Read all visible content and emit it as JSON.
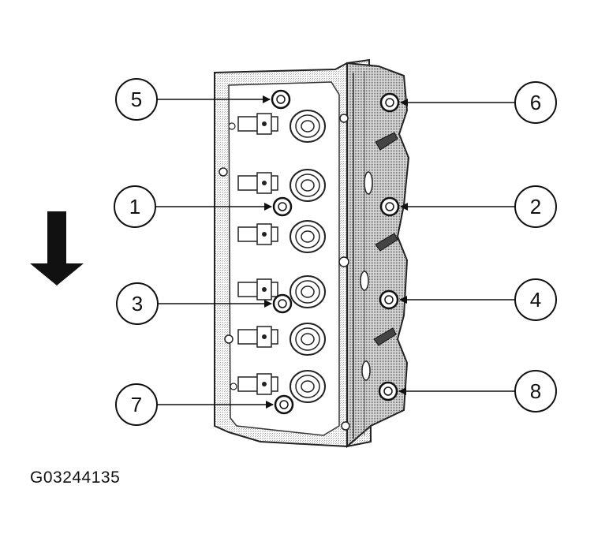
{
  "figure_id": "G03244135",
  "callouts": [
    {
      "number": "5",
      "target": "bolt"
    },
    {
      "number": "1",
      "target": "bolt"
    },
    {
      "number": "3",
      "target": "bolt"
    },
    {
      "number": "7",
      "target": "bolt"
    },
    {
      "number": "6",
      "target": "bolt"
    },
    {
      "number": "2",
      "target": "bolt"
    },
    {
      "number": "4",
      "target": "bolt"
    },
    {
      "number": "8",
      "target": "bolt"
    }
  ],
  "direction_arrow": "down"
}
